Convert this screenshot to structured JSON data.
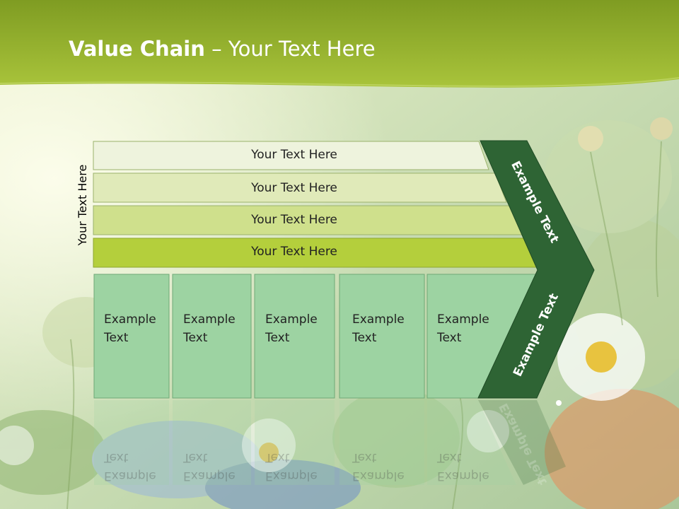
{
  "slide": {
    "title_bold": "Value Chain",
    "title_rest": " – Your Text Here",
    "side_label": "Your Text Here",
    "bars": [
      "Your Text Here",
      "Your Text Here",
      "Your Text Here",
      "Your Text Here"
    ],
    "boxes": [
      {
        "line1": "Example",
        "line2": "Text"
      },
      {
        "line1": "Example",
        "line2": "Text"
      },
      {
        "line1": "Example",
        "line2": "Text"
      },
      {
        "line1": "Example",
        "line2": "Text"
      },
      {
        "line1": "Example",
        "line2": "Text"
      }
    ],
    "chevron_top_label": "Example Text",
    "chevron_bottom_label": "Example Text"
  },
  "colors": {
    "header_green": "#8bab27",
    "bar_fills": [
      "#eef3dd",
      "#e0eab9",
      "#cfe08c",
      "#b4cf3c"
    ],
    "box_fill": "#9dd3a2",
    "chevron_green": "#2e6434"
  },
  "background": {
    "icon": "flower-meadow-photo"
  }
}
